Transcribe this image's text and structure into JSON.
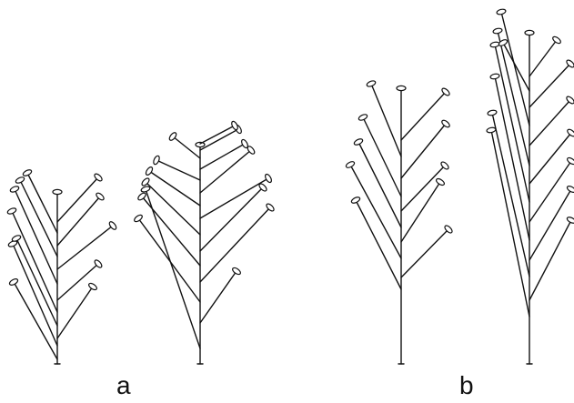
{
  "panels": [
    {
      "id": "a",
      "label": "a"
    },
    {
      "id": "b",
      "label": "b"
    }
  ],
  "style": {
    "stroke": "#111111"
  }
}
